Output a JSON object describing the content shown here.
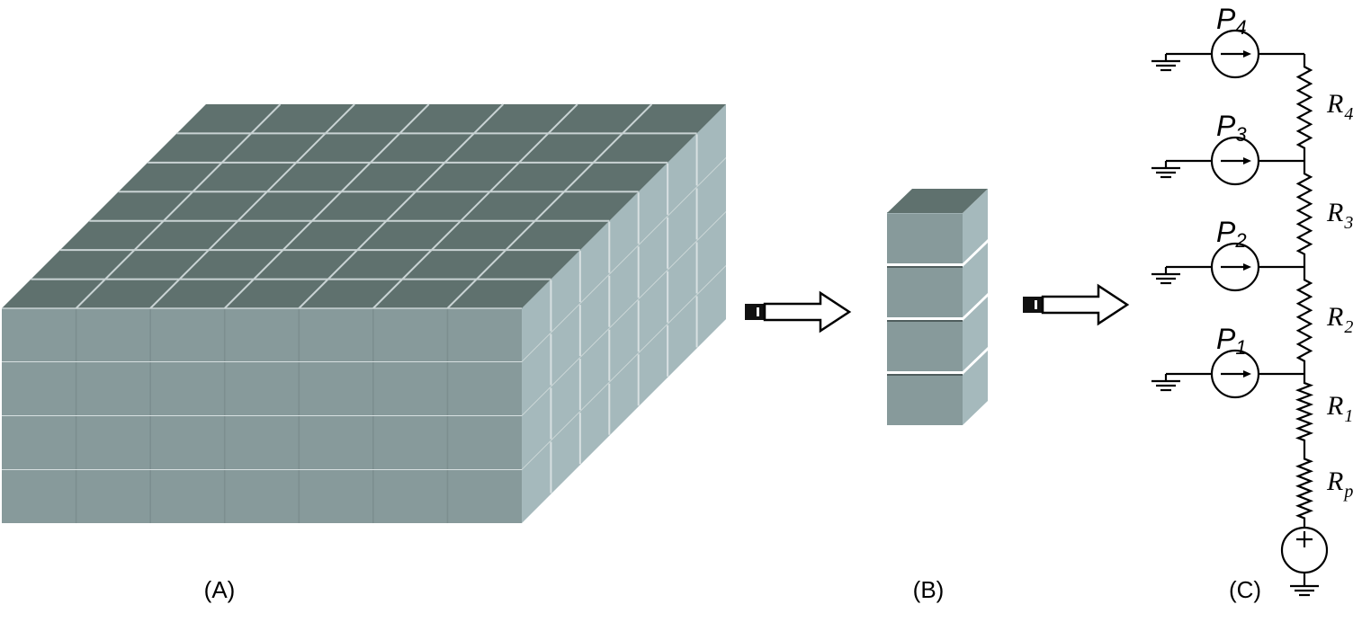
{
  "panels": {
    "a": {
      "label": "(A)",
      "layers": 4,
      "rows": 7,
      "cols": 7
    },
    "b": {
      "label": "(B)",
      "blocks": 4
    },
    "c": {
      "label": "(C)"
    }
  },
  "circuit": {
    "sources": [
      {
        "symbol": "P",
        "index": "4"
      },
      {
        "symbol": "P",
        "index": "3"
      },
      {
        "symbol": "P",
        "index": "2"
      },
      {
        "symbol": "P",
        "index": "1"
      }
    ],
    "resistors": [
      {
        "symbol": "R",
        "index": "4"
      },
      {
        "symbol": "R",
        "index": "3"
      },
      {
        "symbol": "R",
        "index": "2"
      },
      {
        "symbol": "R",
        "index": "1"
      },
      {
        "symbol": "R",
        "index": "p"
      }
    ]
  },
  "colors": {
    "top": "#5f716e",
    "front": "#879a9b",
    "side": "#a5b9bc",
    "gap": "#d8e0e1",
    "seam": "#4f5d5d"
  }
}
